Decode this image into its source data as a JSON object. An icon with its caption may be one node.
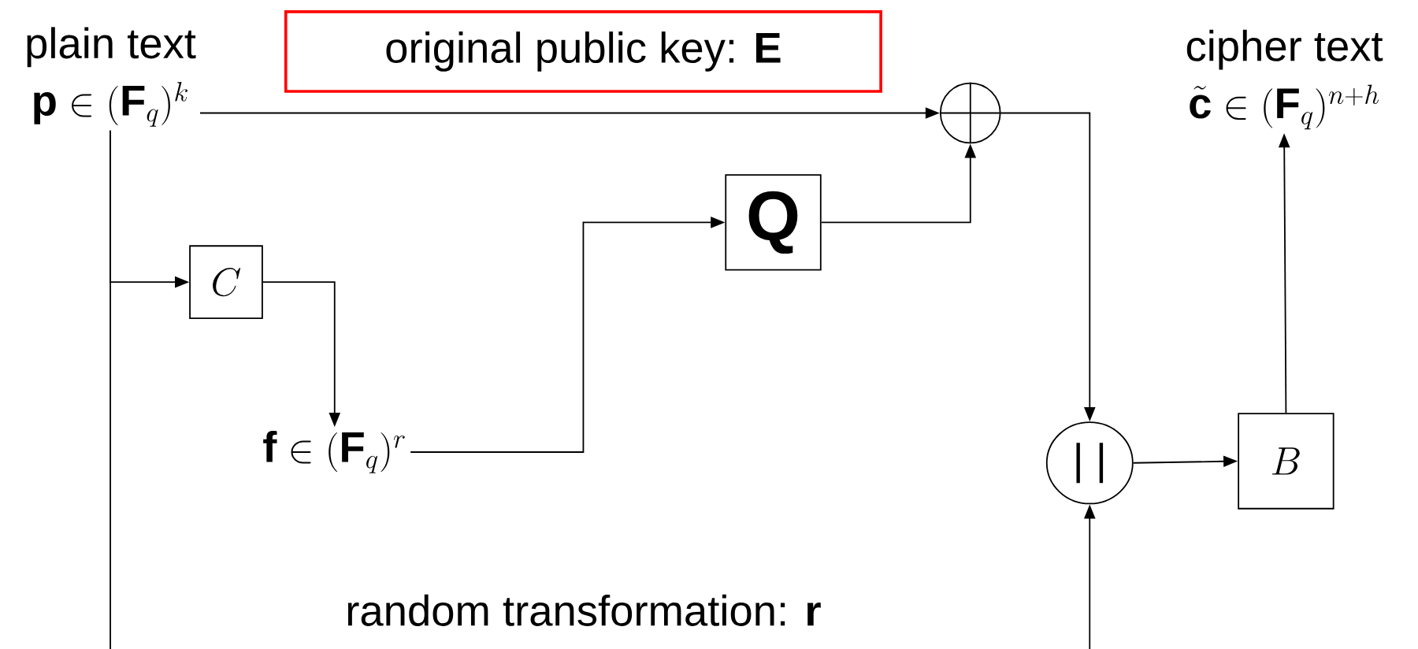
{
  "diagram": {
    "nodes": [
      {
        "text": [
          "plain text",
          "\\mathbf{p}\\in(\\mathbf{F}_q)^k"
        ]
      },
      {
        "text": [
          "original public key: **E**"
        ]
      },
      {
        "text": [],
        "shape": "circle"
      },
      {
        "text": [
          "cipher text",
          "\\tilde{\\mathbf{c}}\\in(\\mathbf{F}_q)^{n+h}"
        ]
      },
      {
        "text": [
          "\\mathbf{Q}"
        ]
      },
      {
        "text": [
          "C"
        ]
      },
      {
        "text": [
          "\\mathbf{f}\\in(\\mathbf{F}_q)^r"
        ]
      },
      {
        "text": [
          "| |"
        ]
      },
      {
        "text": [
          "B"
        ]
      }
    ],
    "edges": [
      {
        "from": 0,
        "to": 2,
        "arrow": "to"
      },
      {
        "from": 0,
        "to": 5,
        "arrow": "to"
      },
      {
        "from": 0,
        "to": null,
        "arrow": "none"
      },
      {
        "from": 5,
        "to": 6,
        "arrow": "to"
      },
      {
        "from": 6,
        "to": 4,
        "arrow": "to"
      },
      {
        "from": 4,
        "to": 2,
        "arrow": "to"
      },
      {
        "from": 2,
        "to": 7,
        "arrow": "to"
      },
      {
        "from": null,
        "to": 7,
        "arrow": "to"
      },
      {
        "from": 7,
        "to": 8,
        "arrow": "to"
      },
      {
        "from": 8,
        "to": 3,
        "arrow": "to"
      }
    ],
    "labels": [
      "random transformation: **r**"
    ]
  }
}
